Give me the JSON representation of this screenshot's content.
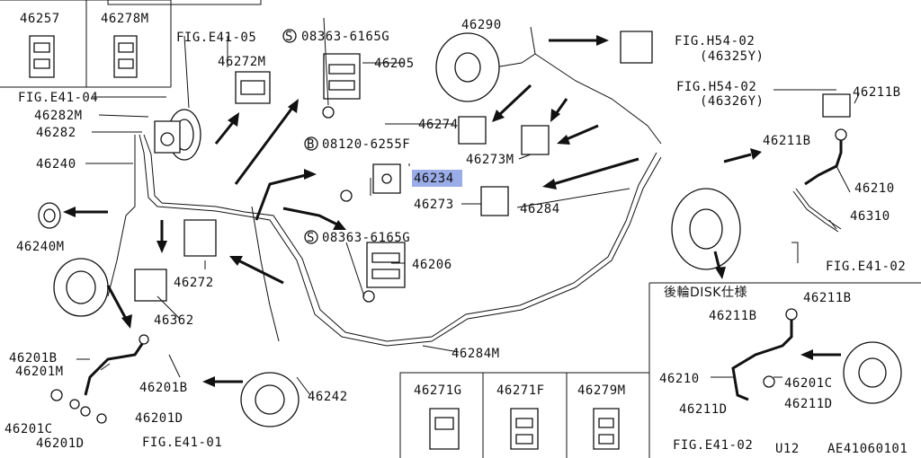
{
  "diagram": {
    "callouts": {
      "p46257": "46257",
      "p46278M": "46278M",
      "figE4105": "FIG.E41-05",
      "p08363a": "08363-6165G",
      "p46205": "46205",
      "p46272M": "46272M",
      "figE4104": "FIG.E41-04",
      "p46282M": "46282M",
      "p46282": "46282",
      "p46240": "46240",
      "p46240M": "46240M",
      "p46274": "46274",
      "p08120": "08120-6255F",
      "p46234": "46234",
      "p46273M": "46273M",
      "p46273": "46273",
      "p08363b": "08363-6165G",
      "p46206": "46206",
      "p46272": "46272",
      "p46362": "46362",
      "p46201B_a": "46201B",
      "p46201M": "46201M",
      "p46201B_b": "46201B",
      "p46201C": "46201C",
      "p46201D_a": "46201D",
      "p46201D_b": "46201D",
      "figE4101": "FIG.E41-01",
      "p46242": "46242",
      "p46284M": "46284M",
      "p46290": "46290",
      "p46284": "46284",
      "figH5402a": "FIG.H54-02",
      "figH5402a_sub": "(46325Y)",
      "figH5402b": "FIG.H54-02",
      "figH5402b_sub": "(46326Y)",
      "p46211B_a": "46211B",
      "p46211B_b": "46211B",
      "p46210": "46210",
      "p46310": "46310",
      "figE4102_a": "FIG.E41-02",
      "rearDiskTitle": "後輪DISK仕様",
      "p46211B_c": "46211B",
      "p46211B_d": "46211B",
      "p46210b": "46210",
      "p46201C_b": "46201C",
      "p46211D_a": "46211D",
      "p46211D_b": "46211D",
      "figE4102_b": "FIG.E41-02",
      "p46271G": "46271G",
      "p46271F": "46271F",
      "p46279M": "46279M",
      "u12": "U12",
      "ae": "AE41060101",
      "sMark": "S",
      "sMark2": "S",
      "bMark": "B"
    },
    "highlight_color": "#8fa4e6"
  }
}
